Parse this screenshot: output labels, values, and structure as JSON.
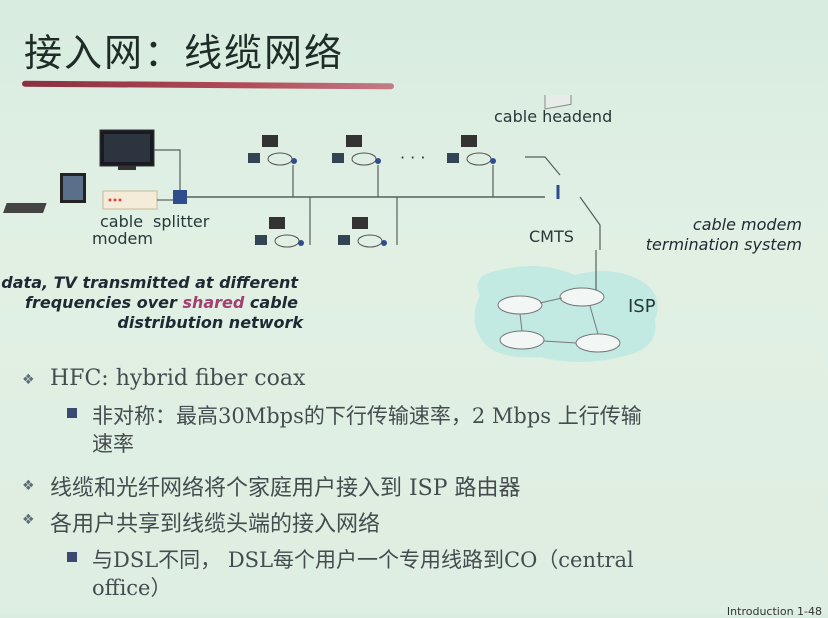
{
  "title": "接入网：线缆网络",
  "diagram": {
    "headend_label": "cable headend",
    "cable_label": "cable",
    "splitter_label": "splitter",
    "modem_label": "modem",
    "cmts_label": "CMTS",
    "cmts_desc_line1": "cable modem",
    "cmts_desc_line2": "termination system",
    "isp_label": "ISP",
    "ellipsis": "· · ·",
    "data_desc_line1": "data, TV transmitted at different",
    "data_desc_line2_pre": "frequencies over ",
    "data_desc_line2_em": "shared",
    "data_desc_line2_post": " cable",
    "data_desc_line3": "distribution network"
  },
  "bullets": [
    {
      "level": 1,
      "text": "HFC: hybrid fiber coax"
    },
    {
      "level": 2,
      "text": "非对称：最高30Mbps的下行传输速率，2 Mbps 上行传输",
      "cont": "速率"
    },
    {
      "level": 1,
      "text": "线缆和光纤网络将个家庭用户接入到 ISP 路由器"
    },
    {
      "level": 1,
      "text": "各用户共享到线缆头端的接入网络"
    },
    {
      "level": 2,
      "text": "与DSL不同， DSL每个用户一个专用线路到CO（central",
      "cont": "office）"
    }
  ],
  "footer": "Introduction 1-48",
  "colors": {
    "accent": "#8a3040",
    "device": "#2f4d8c"
  }
}
